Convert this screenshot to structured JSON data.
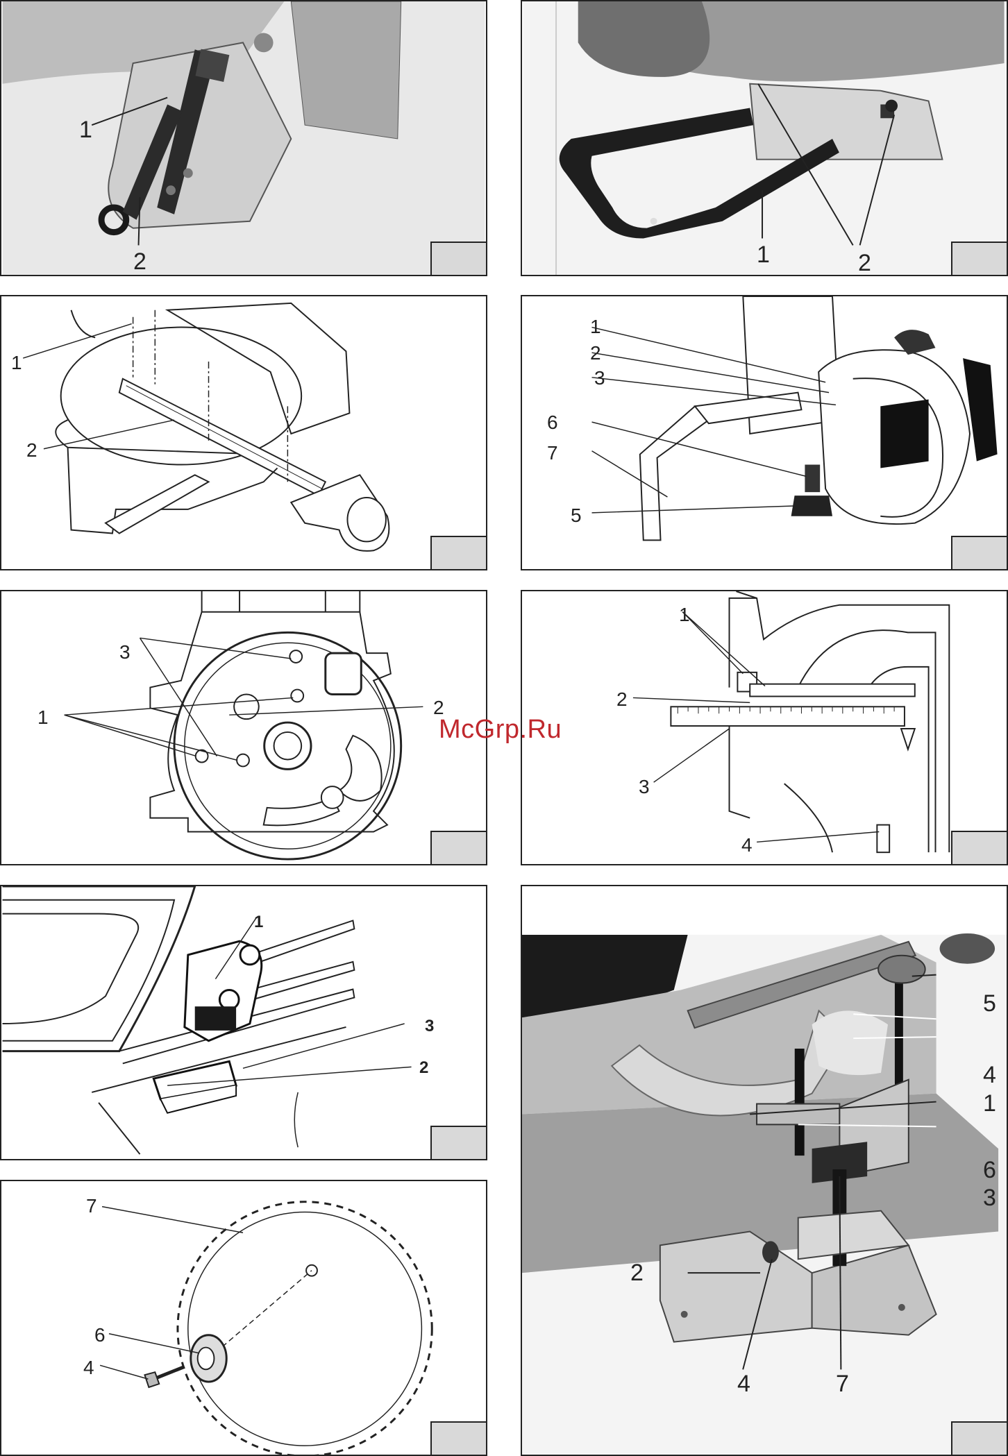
{
  "watermark": "McGrp.Ru",
  "figures": {
    "f1": {
      "labels": [
        "1",
        "2"
      ]
    },
    "f2": {
      "labels": [
        "1",
        "2"
      ]
    },
    "f3": {
      "labels": [
        "1",
        "2"
      ]
    },
    "f4": {
      "labels": [
        "1",
        "2",
        "3",
        "6",
        "7",
        "5"
      ]
    },
    "f5": {
      "labels": [
        "3",
        "1",
        "2"
      ]
    },
    "f6": {
      "labels": [
        "1",
        "2",
        "3",
        "4"
      ]
    },
    "f7": {
      "labels": [
        "1",
        "3",
        "2"
      ]
    },
    "f8": {
      "labels": [
        "5",
        "4",
        "1",
        "6",
        "3",
        "2",
        "4",
        "7"
      ]
    },
    "f9": {
      "labels": [
        "7",
        "6",
        "4"
      ]
    }
  }
}
